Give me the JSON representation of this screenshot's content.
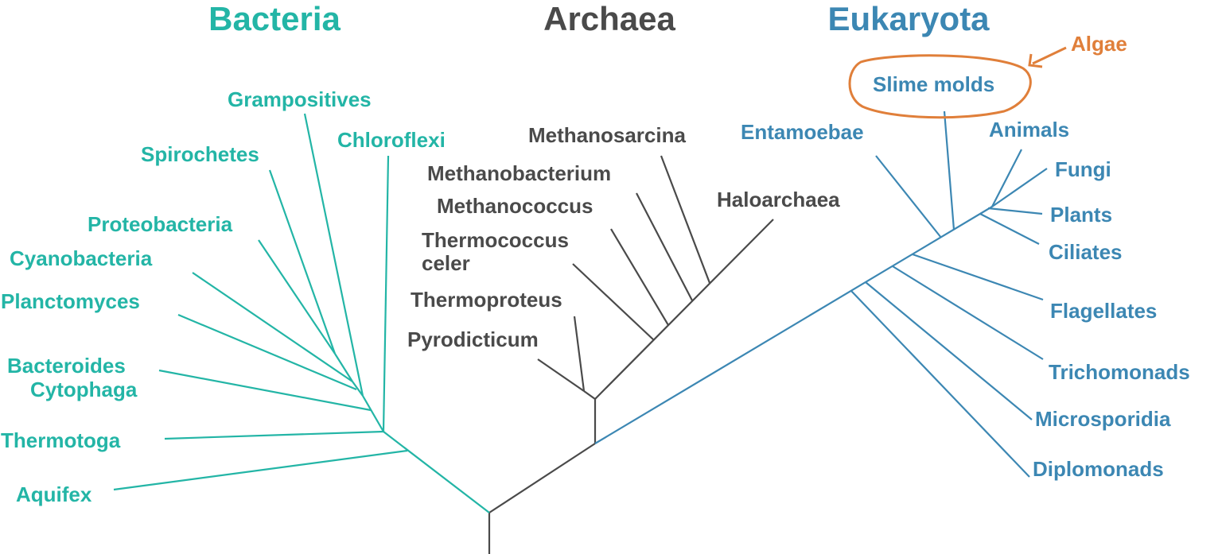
{
  "domains": {
    "bacteria": {
      "title": "Bacteria"
    },
    "archaea": {
      "title": "Archaea"
    },
    "eukaryota": {
      "title": "Eukaryota"
    }
  },
  "colors": {
    "bacteria": "#23b5a6",
    "archaea": "#4a4a4a",
    "eukaryota": "#3c87b3",
    "annotation": "#e07f3a"
  },
  "bacteria_leaves": [
    "Grampositives",
    "Chloroflexi",
    "Spirochetes",
    "Proteobacteria",
    "Cyanobacteria",
    "Planctomyces",
    "Bacteroides",
    "Cytophaga",
    "Thermotoga",
    "Aquifex"
  ],
  "archaea_leaves": [
    "Methanosarcina",
    "Methanobacterium",
    "Haloarchaea",
    "Methanococcus",
    "Thermococcus",
    "celer",
    "Thermoproteus",
    "Pyrodicticum"
  ],
  "eukaryota_leaves": [
    "Slime molds",
    "Entamoebae",
    "Animals",
    "Fungi",
    "Plants",
    "Ciliates",
    "Flagellates",
    "Trichomonads",
    "Microsporidia",
    "Diplomonads"
  ],
  "annotation": {
    "label": "Algae",
    "icon": "arrow-icon"
  }
}
